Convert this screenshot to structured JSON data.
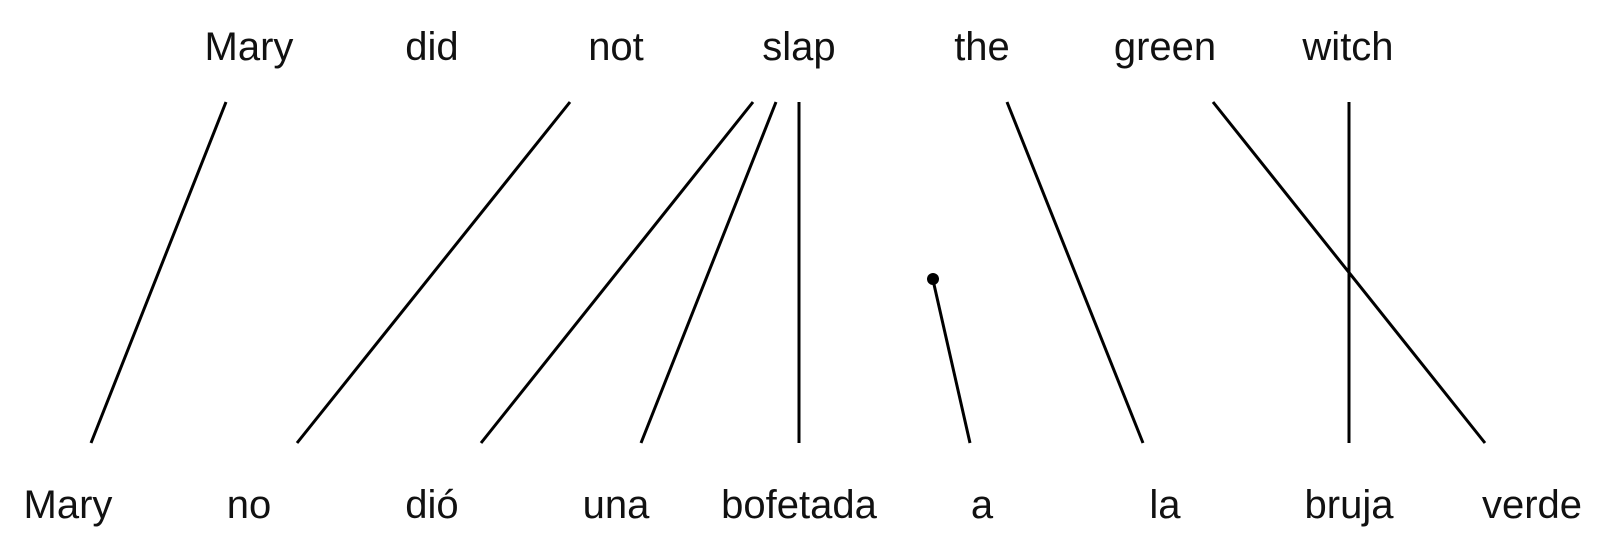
{
  "source_words": [
    "Mary",
    "did",
    "not",
    "slap",
    "the",
    "green",
    "witch"
  ],
  "target_words": [
    "Mary",
    "no",
    "dió",
    "una",
    "bofetada",
    "a",
    "la",
    "bruja",
    "verde"
  ],
  "alignments": [
    {
      "source": "Mary",
      "target": "Mary"
    },
    {
      "source": "not",
      "target": "no"
    },
    {
      "source": "slap",
      "target": "dió"
    },
    {
      "source": "slap",
      "target": "una"
    },
    {
      "source": "slap",
      "target": "bofetada"
    },
    {
      "source": "the",
      "target": "la"
    },
    {
      "source": "green",
      "target": "verde"
    },
    {
      "source": "witch",
      "target": "bruja"
    }
  ],
  "unaligned_target": [
    "a"
  ],
  "colors": {
    "text": "#111111",
    "line": "#000000",
    "background": "#ffffff"
  }
}
